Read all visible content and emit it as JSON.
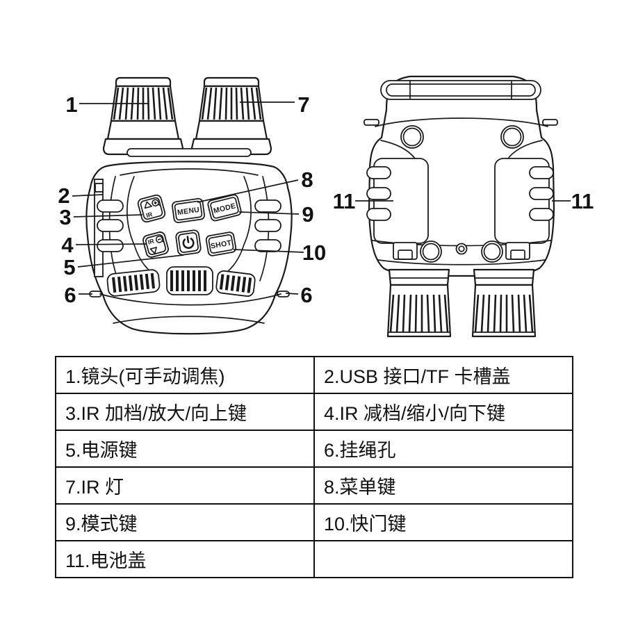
{
  "page": {
    "background": "#ffffff",
    "line_color": "#1a1a1a"
  },
  "diagram": {
    "callouts": {
      "c1": "1",
      "c2": "2",
      "c3": "3",
      "c4": "4",
      "c5": "5",
      "c6_left": "6",
      "c6_right": "6",
      "c7": "7",
      "c8": "8",
      "c9": "9",
      "c10": "10",
      "c11_left": "11",
      "c11_right": "11"
    },
    "buttons": {
      "menu": "MENU",
      "mode": "MODE",
      "shot": "SHOT",
      "ir": "IR"
    },
    "icons": [
      "up-triangle-icon",
      "magnifier-plus-icon",
      "down-triangle-icon",
      "magnifier-minus-icon",
      "power-icon"
    ]
  },
  "table": {
    "rows": [
      {
        "left": "1.镜头(可手动调焦)",
        "right": "2.USB 接口/TF 卡槽盖"
      },
      {
        "left": "3.IR 加档/放大/向上键",
        "right": "4.IR 减档/缩小/向下键"
      },
      {
        "left": "5.电源键",
        "right": "6.挂绳孔"
      },
      {
        "left": "7.IR 灯",
        "right": "8.菜单键"
      },
      {
        "left": "9.模式键",
        "right": "10.快门键"
      },
      {
        "left": "11.电池盖",
        "right": ""
      }
    ]
  }
}
